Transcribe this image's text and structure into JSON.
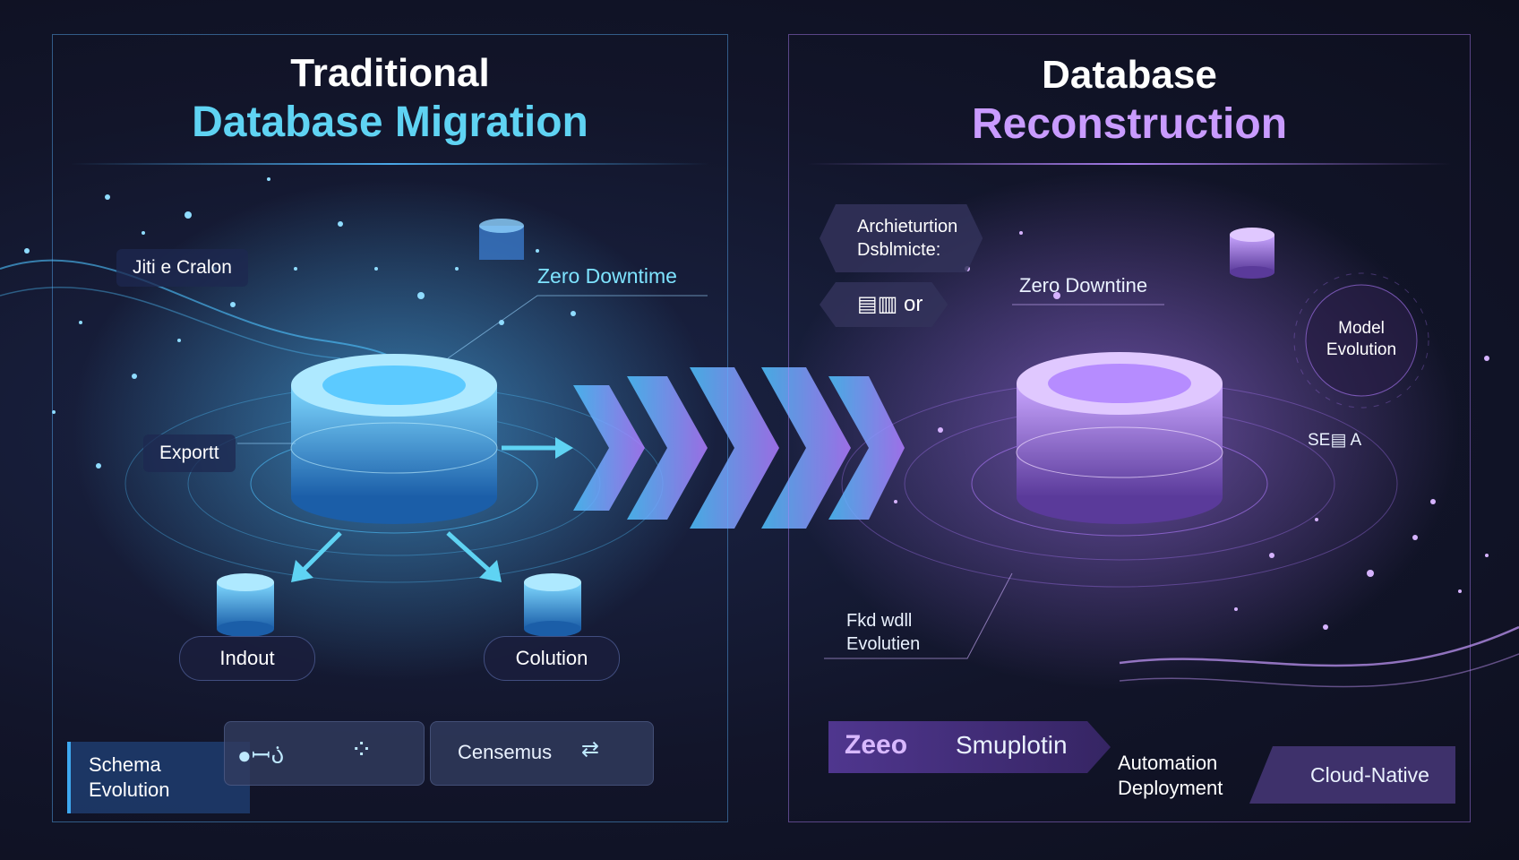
{
  "left_panel": {
    "title_line1": "Traditional",
    "title_line2": "Database Migration",
    "label_top_left": "Jiti e Cralon",
    "label_zero_downtime": "Zero Downtime",
    "label_export": "Exportt",
    "pill_left": "Indout",
    "pill_right": "Colution",
    "schema_tag_line1": "Schema",
    "schema_tag_line2": "Evolution",
    "card_glyphs": "●ꟷ꛲",
    "card_consensus": "Censemus"
  },
  "right_panel": {
    "title_line1": "Database",
    "title_line2": "Reconstruction",
    "hex_arch_line1": "Archieturtion",
    "hex_arch_line2": "Dsblmicte:",
    "hex_glitch": "▤▥ or",
    "label_zero_downtime": "Zero Downtine",
    "circle_line1": "Model",
    "circle_line2": "Evolution",
    "small_tag": "SE▤ A",
    "label_field_line1": "Fkd wdll",
    "label_field_line2": "Evolutien",
    "banner_zero": "Zeeo",
    "banner_sim": "Smuplotin",
    "automation_line1": "Automation",
    "automation_line2": "Deployment",
    "cloud_native": "Cloud-Native"
  },
  "colors": {
    "left_accent": "#5fd3f3",
    "right_accent": "#c99bff",
    "background": "#12152a"
  }
}
